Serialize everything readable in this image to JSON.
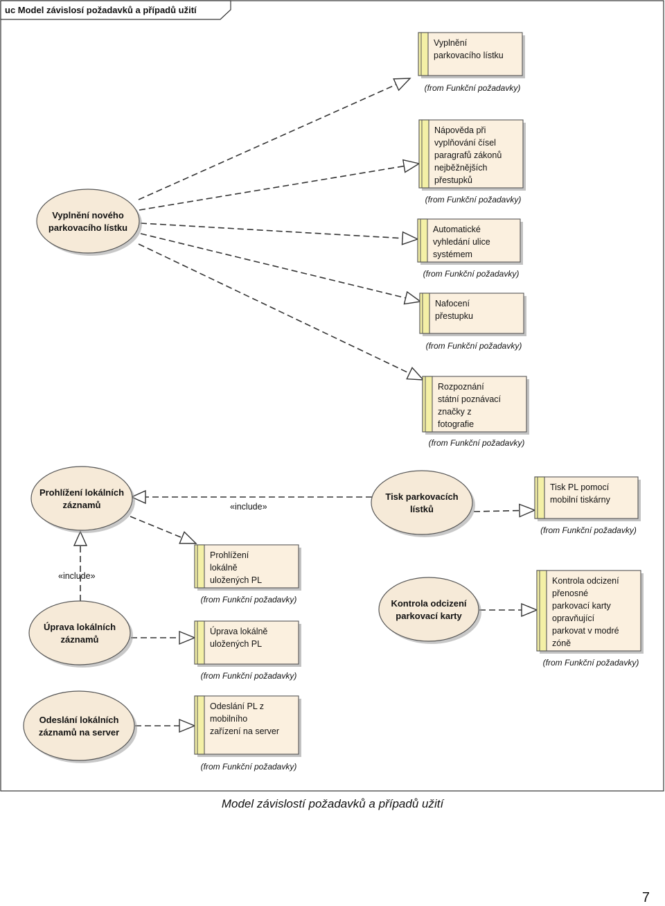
{
  "diagram": {
    "frame_title": "uc Model závislosí požadavků a případů užití",
    "include_label": "«include»",
    "from_label": "(from Funkční požadavky)",
    "use_cases": [
      {
        "id": "uc1",
        "lines": [
          "Vyplnění nového",
          "parkovacího lístku"
        ]
      },
      {
        "id": "uc2",
        "lines": [
          "Prohlížení lokálních",
          "záznamů"
        ]
      },
      {
        "id": "uc3",
        "lines": [
          "Tisk parkovacích",
          "lístků"
        ]
      },
      {
        "id": "uc4",
        "lines": [
          "Úprava lokálních",
          "záznamů"
        ]
      },
      {
        "id": "uc5",
        "lines": [
          "Kontrola odcizení",
          "parkovací karty"
        ]
      },
      {
        "id": "uc6",
        "lines": [
          "Odeslání lokálních",
          "záznamů na server"
        ]
      }
    ],
    "requirements": [
      {
        "id": "r1",
        "lines": [
          "Vyplnění",
          "parkovacího lístku"
        ]
      },
      {
        "id": "r2",
        "lines": [
          "Nápověda při",
          "vyplňování čísel",
          "paragrafů zákonů",
          "nejběžnějších",
          "přestupků"
        ]
      },
      {
        "id": "r3",
        "lines": [
          "Automatické",
          "vyhledání ulice",
          "systémem"
        ]
      },
      {
        "id": "r4",
        "lines": [
          "Nafocení",
          "přestupku"
        ]
      },
      {
        "id": "r5",
        "lines": [
          "Rozpoznání",
          "státní poznávací",
          "značky z",
          "fotografie"
        ]
      },
      {
        "id": "r6",
        "lines": [
          "Tisk PL pomocí",
          "mobilní tiskárny"
        ]
      },
      {
        "id": "r7",
        "lines": [
          "Prohlížení",
          "lokálně",
          "uložených PL"
        ]
      },
      {
        "id": "r8",
        "lines": [
          "Úprava lokálně",
          "uložených PL"
        ]
      },
      {
        "id": "r9",
        "lines": [
          "Kontrola odcizení",
          "přenosné",
          "parkovací karty",
          "opravňující",
          "parkovat v modré",
          "zóně"
        ]
      },
      {
        "id": "r10",
        "lines": [
          "Odeslání PL z",
          "mobilního",
          "zařízení na server"
        ]
      }
    ]
  },
  "caption": "Model závislostí požadavků a případů užití",
  "page_number": "7",
  "colors": {
    "element_fill": "#fbf0df",
    "ellipse_fill": "#f6ead8",
    "req_stripe": "#f4f0a6",
    "shadow": "#9a9a9a",
    "line": "#333333"
  }
}
